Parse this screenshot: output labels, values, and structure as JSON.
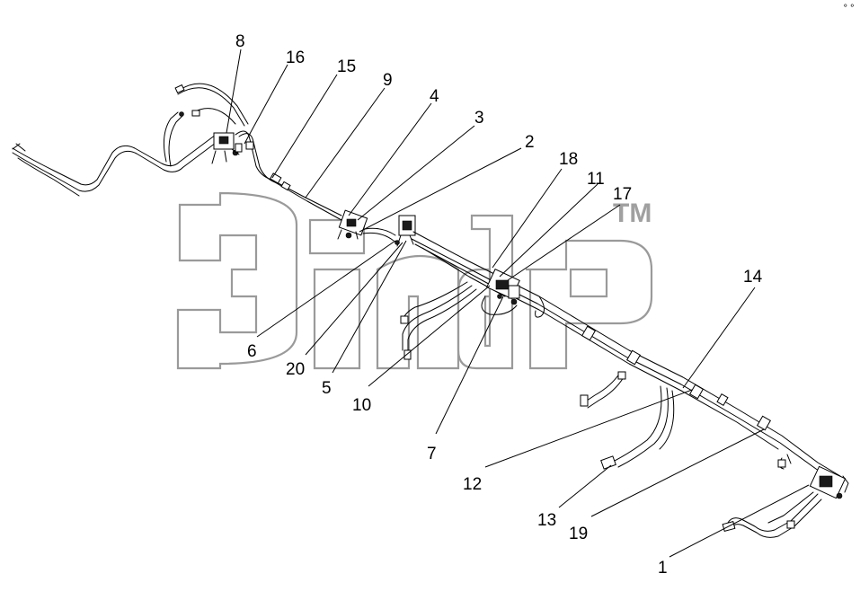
{
  "diagram": {
    "callouts": [
      {
        "id": "1",
        "label": "1"
      },
      {
        "id": "2",
        "label": "2"
      },
      {
        "id": "3",
        "label": "3"
      },
      {
        "id": "4",
        "label": "4"
      },
      {
        "id": "5",
        "label": "5"
      },
      {
        "id": "6",
        "label": "6"
      },
      {
        "id": "7",
        "label": "7"
      },
      {
        "id": "8",
        "label": "8"
      },
      {
        "id": "9",
        "label": "9"
      },
      {
        "id": "10",
        "label": "10"
      },
      {
        "id": "11",
        "label": "11"
      },
      {
        "id": "12",
        "label": "12"
      },
      {
        "id": "13",
        "label": "13"
      },
      {
        "id": "14",
        "label": "14"
      },
      {
        "id": "15",
        "label": "15"
      },
      {
        "id": "16",
        "label": "16"
      },
      {
        "id": "17",
        "label": "17"
      },
      {
        "id": "18",
        "label": "18"
      },
      {
        "id": "19",
        "label": "19"
      },
      {
        "id": "20",
        "label": "20"
      }
    ],
    "watermark": {
      "trademark": "TM"
    },
    "corner_mark": "⚬⚬"
  }
}
